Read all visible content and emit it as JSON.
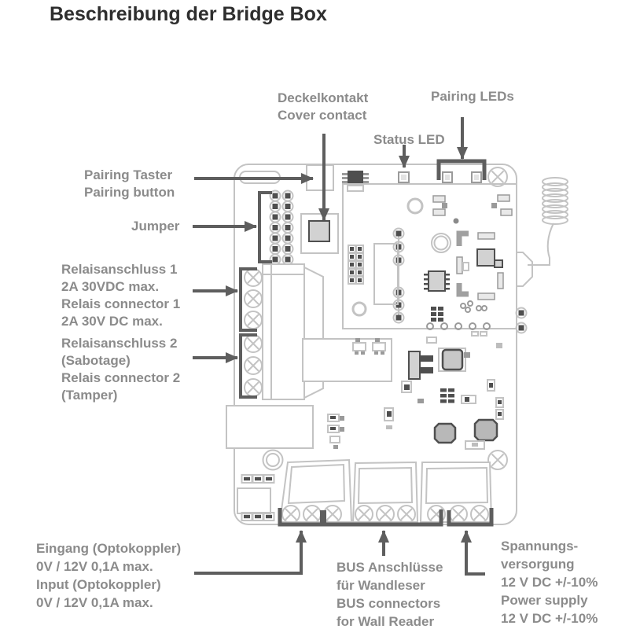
{
  "title": "Beschreibung der Bridge Box",
  "colors": {
    "label": "#8b8b8b",
    "arrow": "#5e5e5e",
    "board": "#c3c3c3",
    "dark": "#4f4f4f",
    "fill": "#d2d2d2",
    "title": "#2e2e2e"
  },
  "labels": {
    "deckelkontakt": {
      "lines": [
        "Deckelkontakt",
        "Cover contact"
      ]
    },
    "pairing_leds": {
      "lines": [
        "Pairing LEDs"
      ]
    },
    "status_led": {
      "lines": [
        "Status LED"
      ]
    },
    "pairing_taster": {
      "lines": [
        "Pairing Taster",
        "Pairing button"
      ]
    },
    "jumper": {
      "lines": [
        "Jumper"
      ]
    },
    "relay1": {
      "lines": [
        "Relaisanschluss 1",
        "2A 30VDC max.",
        "Relais connector 1",
        "2A 30V DC max."
      ]
    },
    "relay2": {
      "lines": [
        "Relaisanschluss 2",
        "(Sabotage)",
        "Relais connector 2",
        "(Tamper)"
      ]
    },
    "eingang": {
      "lines": [
        "Eingang (Optokoppler)",
        "0V / 12V 0,1A max.",
        "Input (Optokoppler)",
        "0V / 12V 0,1A max."
      ]
    },
    "bus": {
      "lines": [
        "BUS Anschlüsse",
        "für Wandleser",
        "BUS connectors",
        "for Wall Reader"
      ]
    },
    "power": {
      "lines": [
        "Spannungs-",
        "versorgung",
        "12 V DC +/-10%",
        "Power supply",
        "12 V DC +/-10%"
      ]
    }
  }
}
